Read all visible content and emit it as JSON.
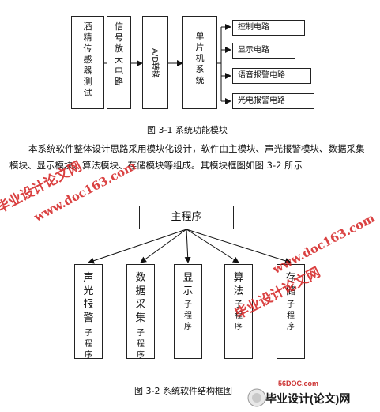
{
  "fig1": {
    "blocks": [
      "酒精传感器测试",
      "信号放大电路",
      "A/D转换",
      "单片机系统"
    ],
    "outputs": [
      "控制电路",
      "显示电路",
      "语音报警电路",
      "光电报警电路"
    ],
    "caption": "图 3-1  系统功能模块"
  },
  "paragraph": "本系统软件整体设计思路采用模块化设计，软件由主模块、声光报警模块、数据采集模块、显示模块、算法模块、存储模块等组成。其模块框图如图 3-2 所示",
  "fig2": {
    "root": "主程序",
    "children": [
      {
        "head": "声光报警",
        "tail": "子程序"
      },
      {
        "head": "数据采集",
        "tail": "子程序"
      },
      {
        "head": "显示",
        "tail": "子程序"
      },
      {
        "head": "算法",
        "tail": "子程序"
      },
      {
        "head": "存储",
        "tail": "子程序"
      }
    ],
    "caption": "图 3-2    系统软件结构框图"
  },
  "watermarks": [
    "毕业设计论文网",
    "www.doc163.com"
  ],
  "footer_logo": {
    "site": "56DOC.com",
    "brand": "毕业设计(论文)网"
  }
}
